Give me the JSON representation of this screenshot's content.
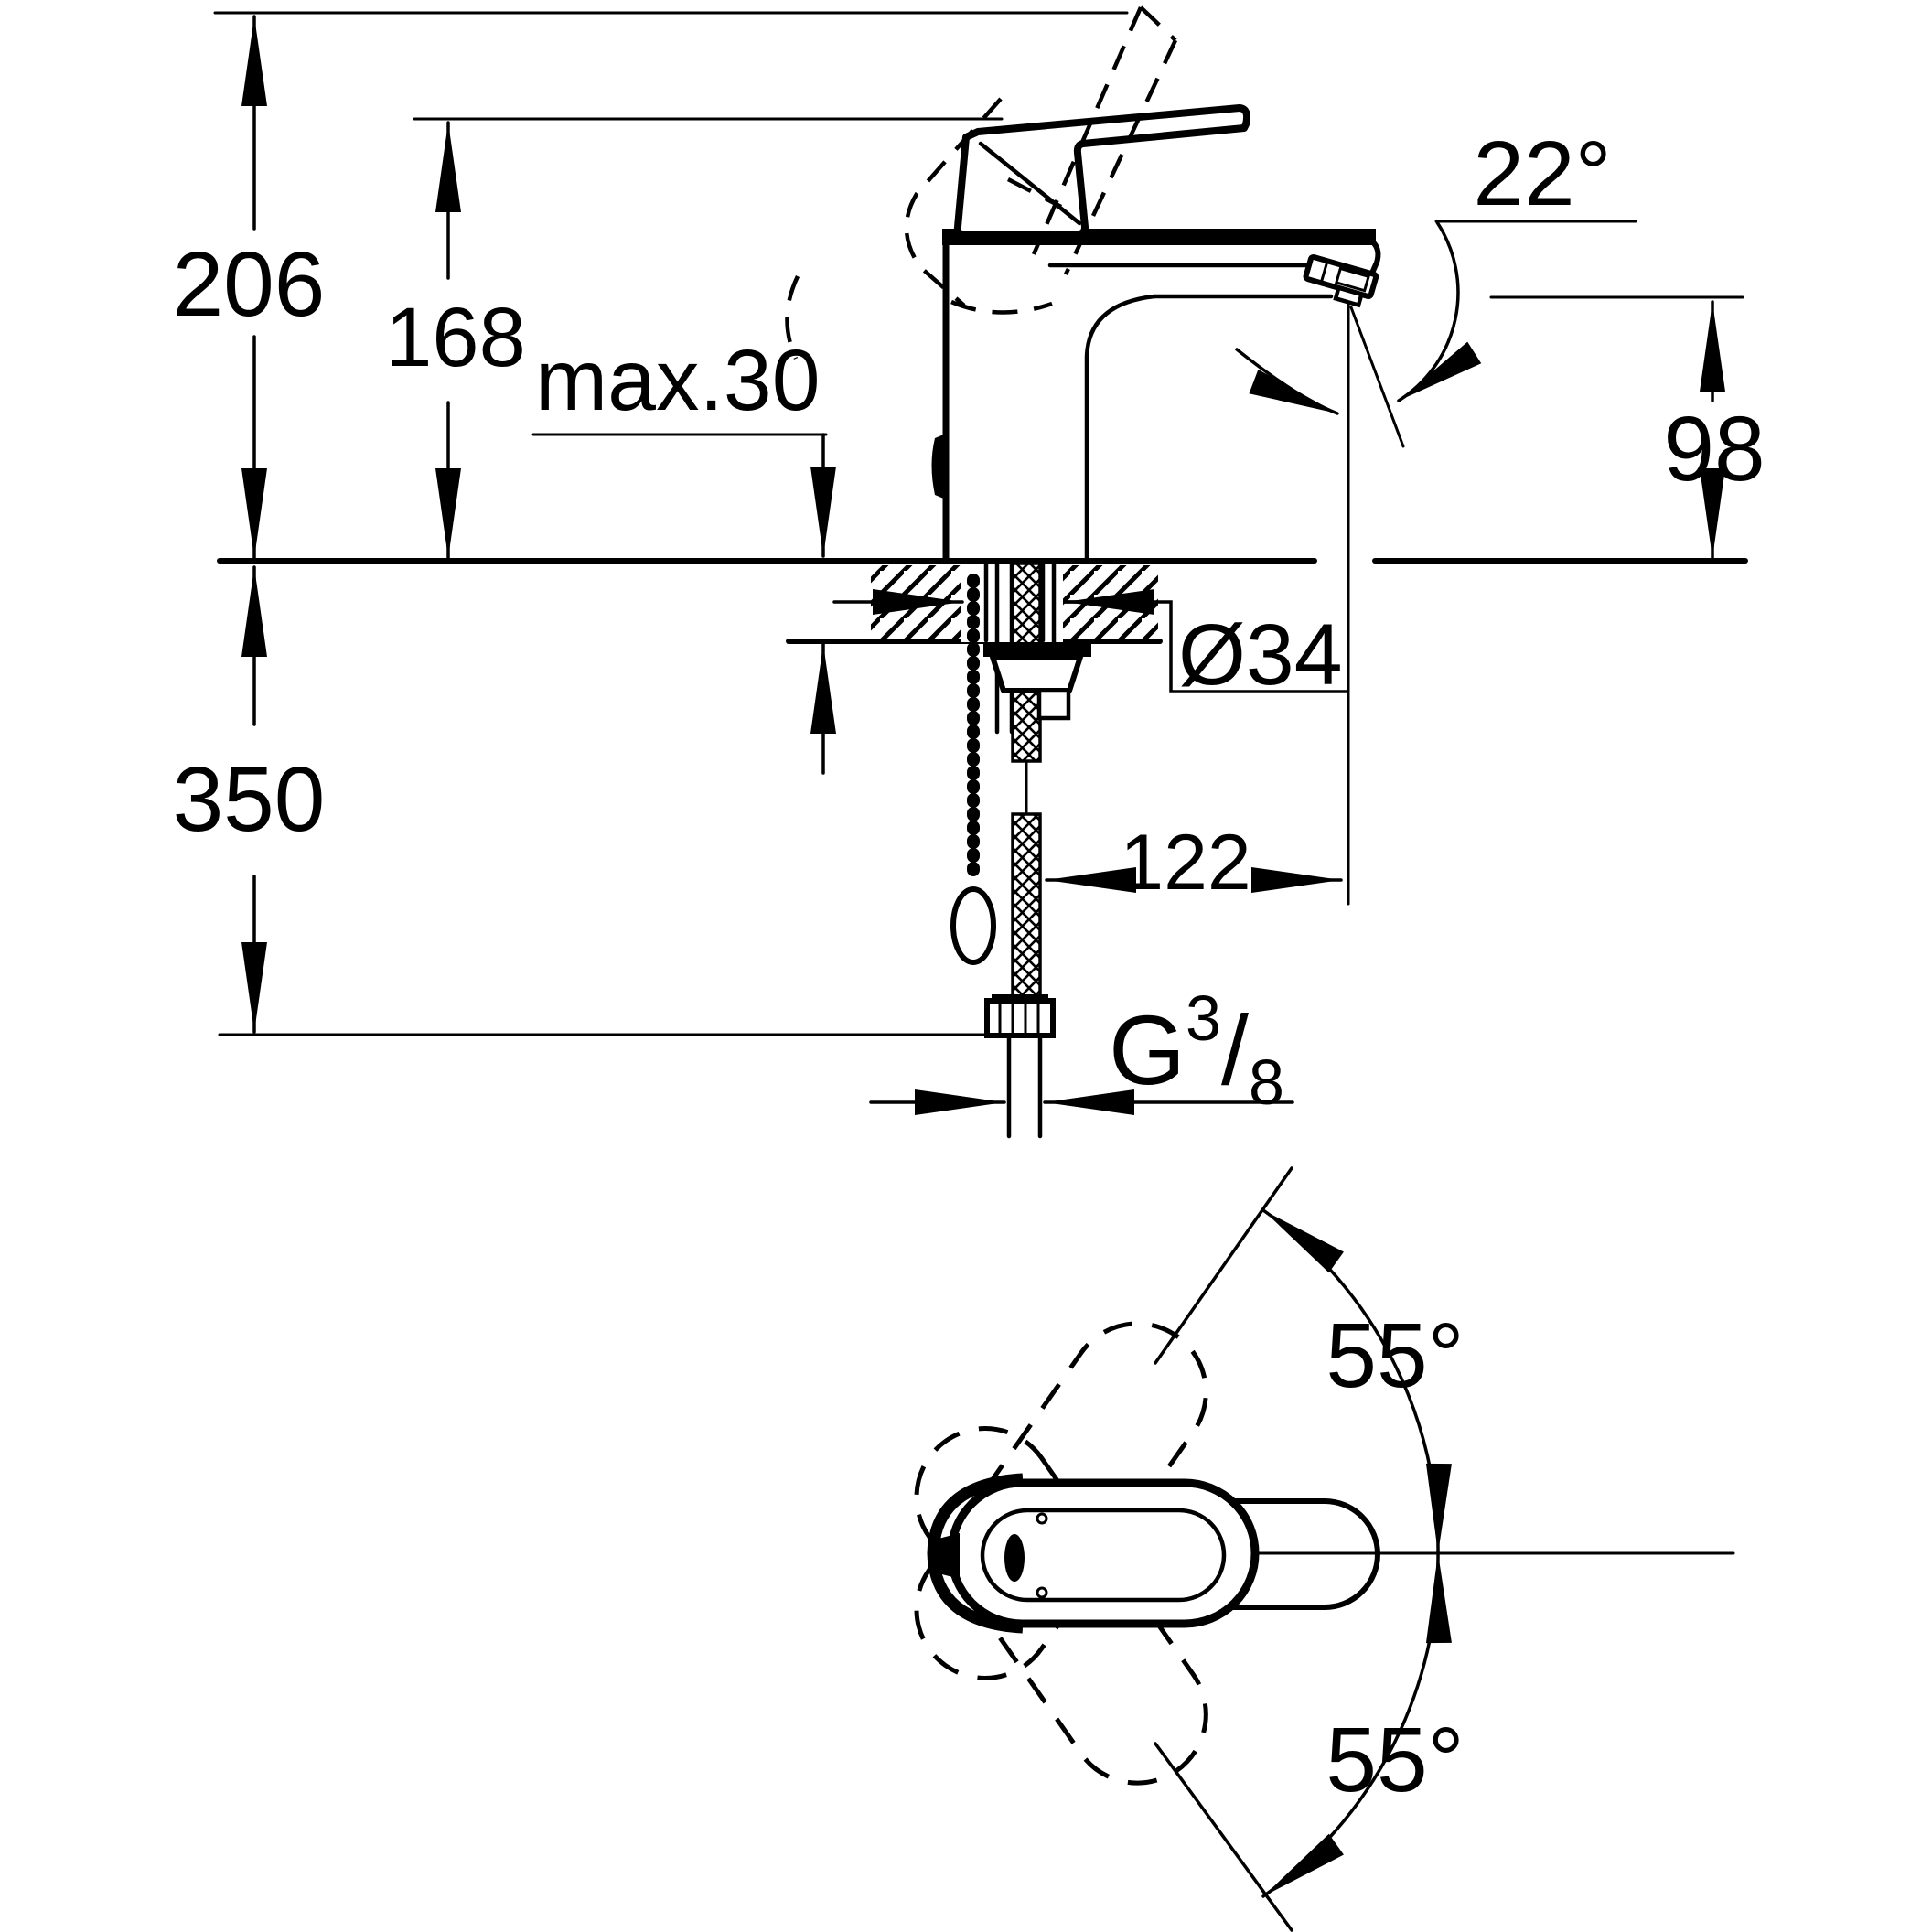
{
  "colors": {
    "ink": "#000000",
    "paper": "#ffffff"
  },
  "side_view": {
    "labels": {
      "total_height": "206",
      "body_height": "168",
      "deck_thickness": "max.30",
      "spout_angle": "22°",
      "outlet_height": "98",
      "hole_diameter": "Ø34",
      "outlet_offset": "122",
      "hose_length": "350",
      "thread": {
        "prefix": "G",
        "numerator": "3",
        "slash": "/",
        "denominator": "8"
      }
    }
  },
  "top_view": {
    "labels": {
      "swivel_upper": "55°",
      "swivel_lower": "55°"
    }
  }
}
